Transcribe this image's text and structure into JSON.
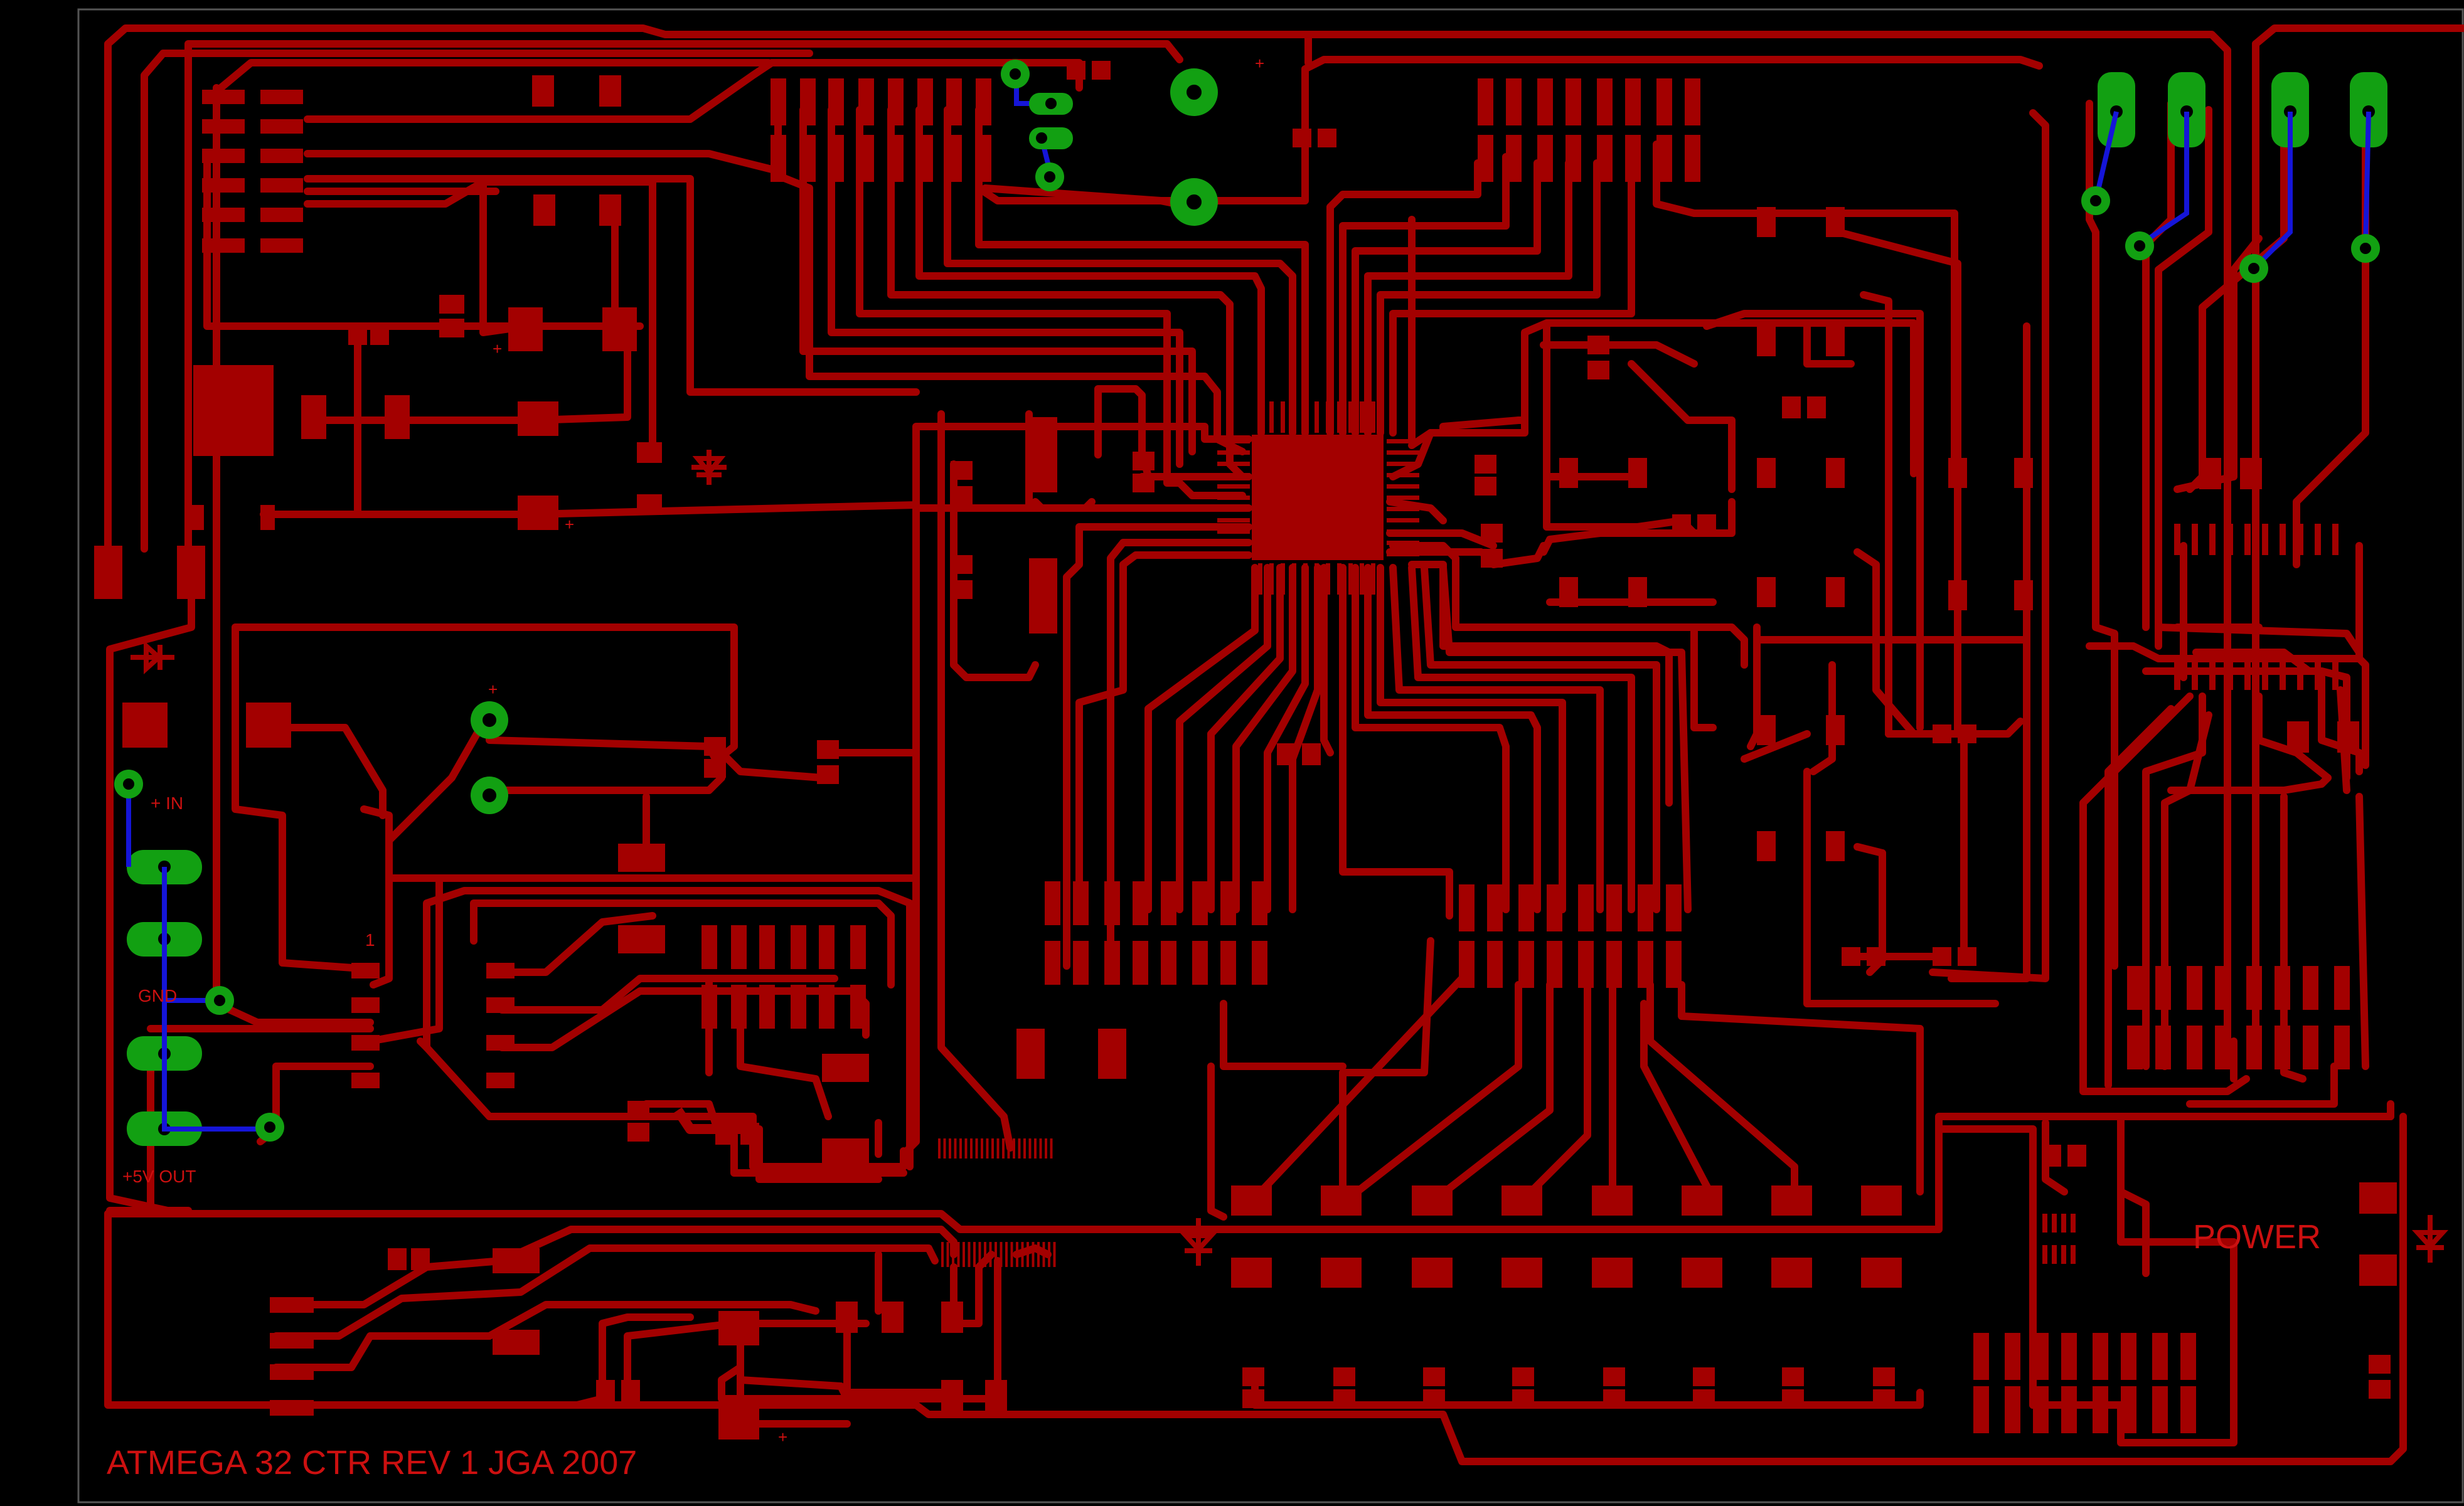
{
  "board": {
    "title": "ATMEGA 32 CTR REV 1 JGA 2007",
    "colors": {
      "background": "#000000",
      "copper": "#a30000",
      "pad_green": "#12a012",
      "via_link": "#1515d8",
      "label": "#cc1010"
    }
  },
  "labels": {
    "in": "+ IN",
    "gnd": "GND",
    "out": "+5V OUT",
    "power": "POWER",
    "pin1": "1",
    "plus": "+"
  },
  "icons": {
    "diode": "diode-symbol-icon",
    "via": "through-hole-via-icon",
    "chip": "ic-package-icon"
  }
}
